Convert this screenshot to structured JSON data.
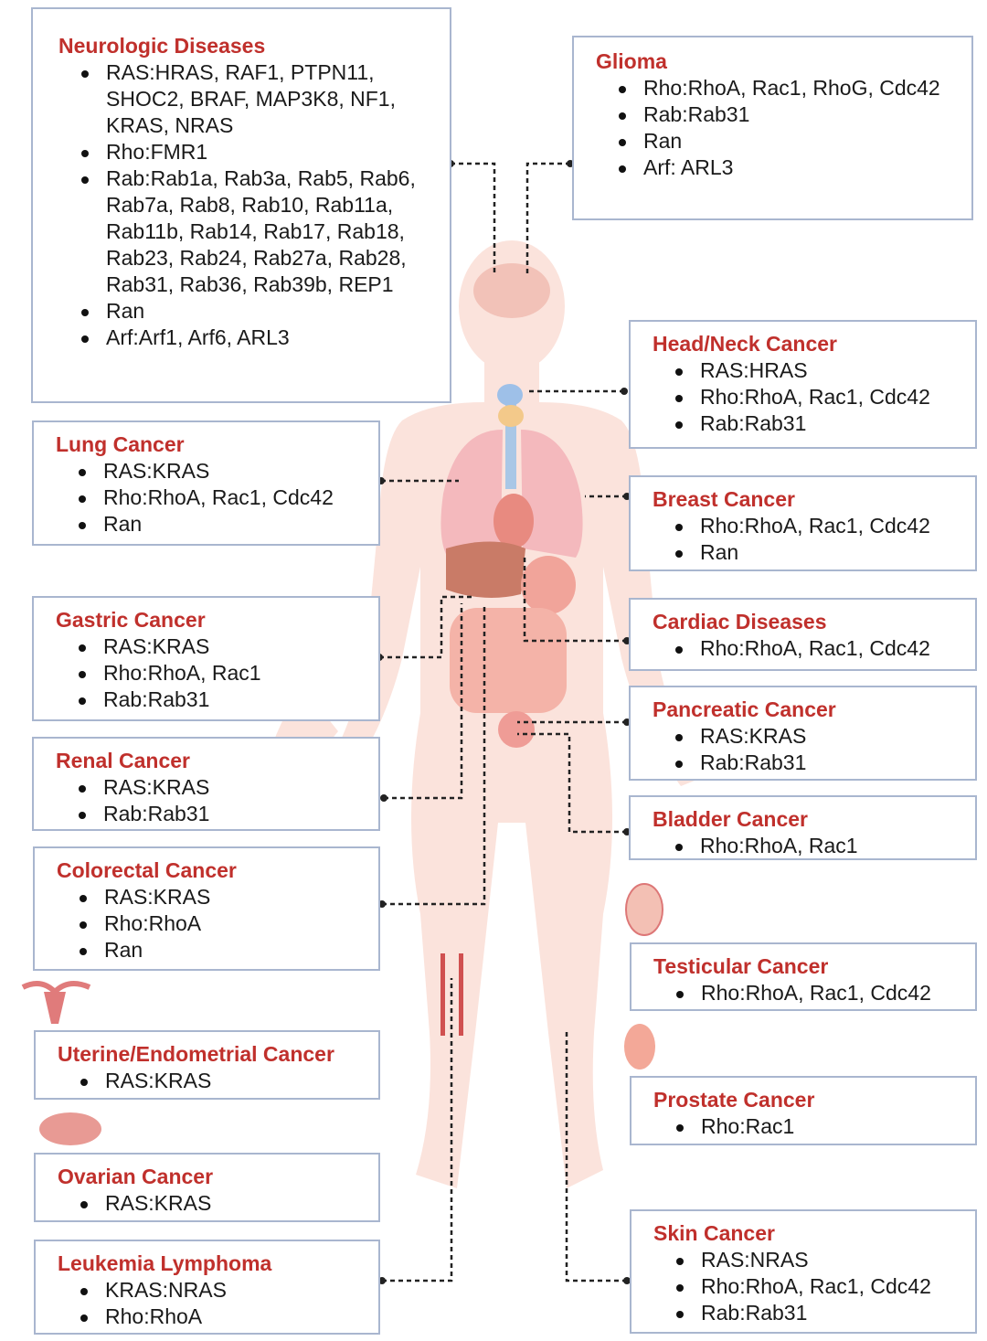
{
  "colors": {
    "title": "#c0302c",
    "border": "#a9b6cf",
    "body": "#fbe3dc",
    "connector": "#222222"
  },
  "boxes": [
    {
      "id": "neuro",
      "title": "Neurologic Diseases",
      "items": [
        "RAS:HRAS, RAF1, PTPN11, SHOC2, BRAF, MAP3K8, NF1, KRAS, NRAS",
        "Rho:FMR1",
        "Rab:Rab1a, Rab3a, Rab5, Rab6, Rab7a, Rab8, Rab10, Rab11a, Rab11b, Rab14, Rab17, Rab18, Rab23, Rab24, Rab27a, Rab28, Rab31, Rab36, Rab39b, REP1",
        "Ran",
        "Arf:Arf1, Arf6, ARL3"
      ]
    },
    {
      "id": "glioma",
      "title": "Glioma",
      "items": [
        "Rho:RhoA, Rac1, RhoG, Cdc42",
        "Rab:Rab31",
        "Ran",
        "Arf: ARL3"
      ]
    },
    {
      "id": "headneck",
      "title": "Head/Neck Cancer",
      "items": [
        "RAS:HRAS",
        "Rho:RhoA, Rac1, Cdc42",
        "Rab:Rab31"
      ]
    },
    {
      "id": "lung",
      "title": "Lung Cancer",
      "items": [
        "RAS:KRAS",
        "Rho:RhoA, Rac1, Cdc42",
        "Ran"
      ]
    },
    {
      "id": "breast",
      "title": "Breast Cancer",
      "items": [
        "Rho:RhoA, Rac1, Cdc42",
        "Ran"
      ]
    },
    {
      "id": "gastric",
      "title": "Gastric Cancer",
      "items": [
        "RAS:KRAS",
        "Rho:RhoA, Rac1",
        "Rab:Rab31"
      ]
    },
    {
      "id": "cardiac",
      "title": "Cardiac Diseases",
      "items": [
        "Rho:RhoA, Rac1, Cdc42"
      ]
    },
    {
      "id": "pancreatic",
      "title": "Pancreatic Cancer",
      "items": [
        "RAS:KRAS",
        "Rab:Rab31"
      ]
    },
    {
      "id": "renal",
      "title": "Renal Cancer",
      "items": [
        "RAS:KRAS",
        "Rab:Rab31"
      ]
    },
    {
      "id": "bladder",
      "title": "Bladder Cancer",
      "items": [
        "Rho:RhoA, Rac1"
      ]
    },
    {
      "id": "colorectal",
      "title": "Colorectal Cancer",
      "items": [
        "RAS:KRAS",
        "Rho:RhoA",
        "Ran"
      ]
    },
    {
      "id": "testicular",
      "title": "Testicular Cancer",
      "items": [
        "Rho:RhoA, Rac1, Cdc42"
      ]
    },
    {
      "id": "uterine",
      "title": "Uterine/Endometrial Cancer",
      "items": [
        "RAS:KRAS"
      ]
    },
    {
      "id": "prostate",
      "title": "Prostate Cancer",
      "items": [
        "Rho:Rac1"
      ]
    },
    {
      "id": "ovarian",
      "title": "Ovarian Cancer",
      "items": [
        "RAS:KRAS"
      ]
    },
    {
      "id": "leukemia",
      "title": "Leukemia Lymphoma",
      "items": [
        "KRAS:NRAS",
        "Rho:RhoA"
      ]
    },
    {
      "id": "skin",
      "title": "Skin Cancer",
      "items": [
        "RAS:NRAS",
        "Rho:RhoA, Rac1, Cdc42",
        "Rab:Rab31"
      ]
    }
  ]
}
